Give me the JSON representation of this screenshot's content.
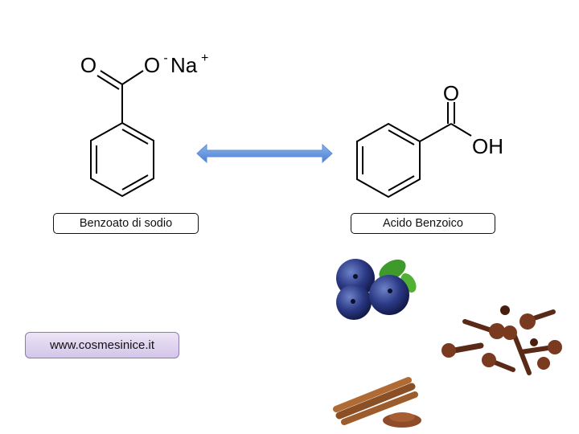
{
  "sodium_benzoate": {
    "oxygen_label": "O",
    "anion_oxygen_label": "O",
    "anion_charge": "-",
    "sodium_label": "Na",
    "sodium_charge": "+",
    "caption": "Benzoato di sodio"
  },
  "benzoic_acid": {
    "oxygen_label": "O",
    "hydroxyl_label": "OH",
    "caption": "Acido Benzoico"
  },
  "equilibrium_arrow_color": "#5b8dd6",
  "website_link": "www.cosmesinice.it",
  "photos": [
    "blueberries",
    "cloves",
    "cinnamon-sticks"
  ]
}
